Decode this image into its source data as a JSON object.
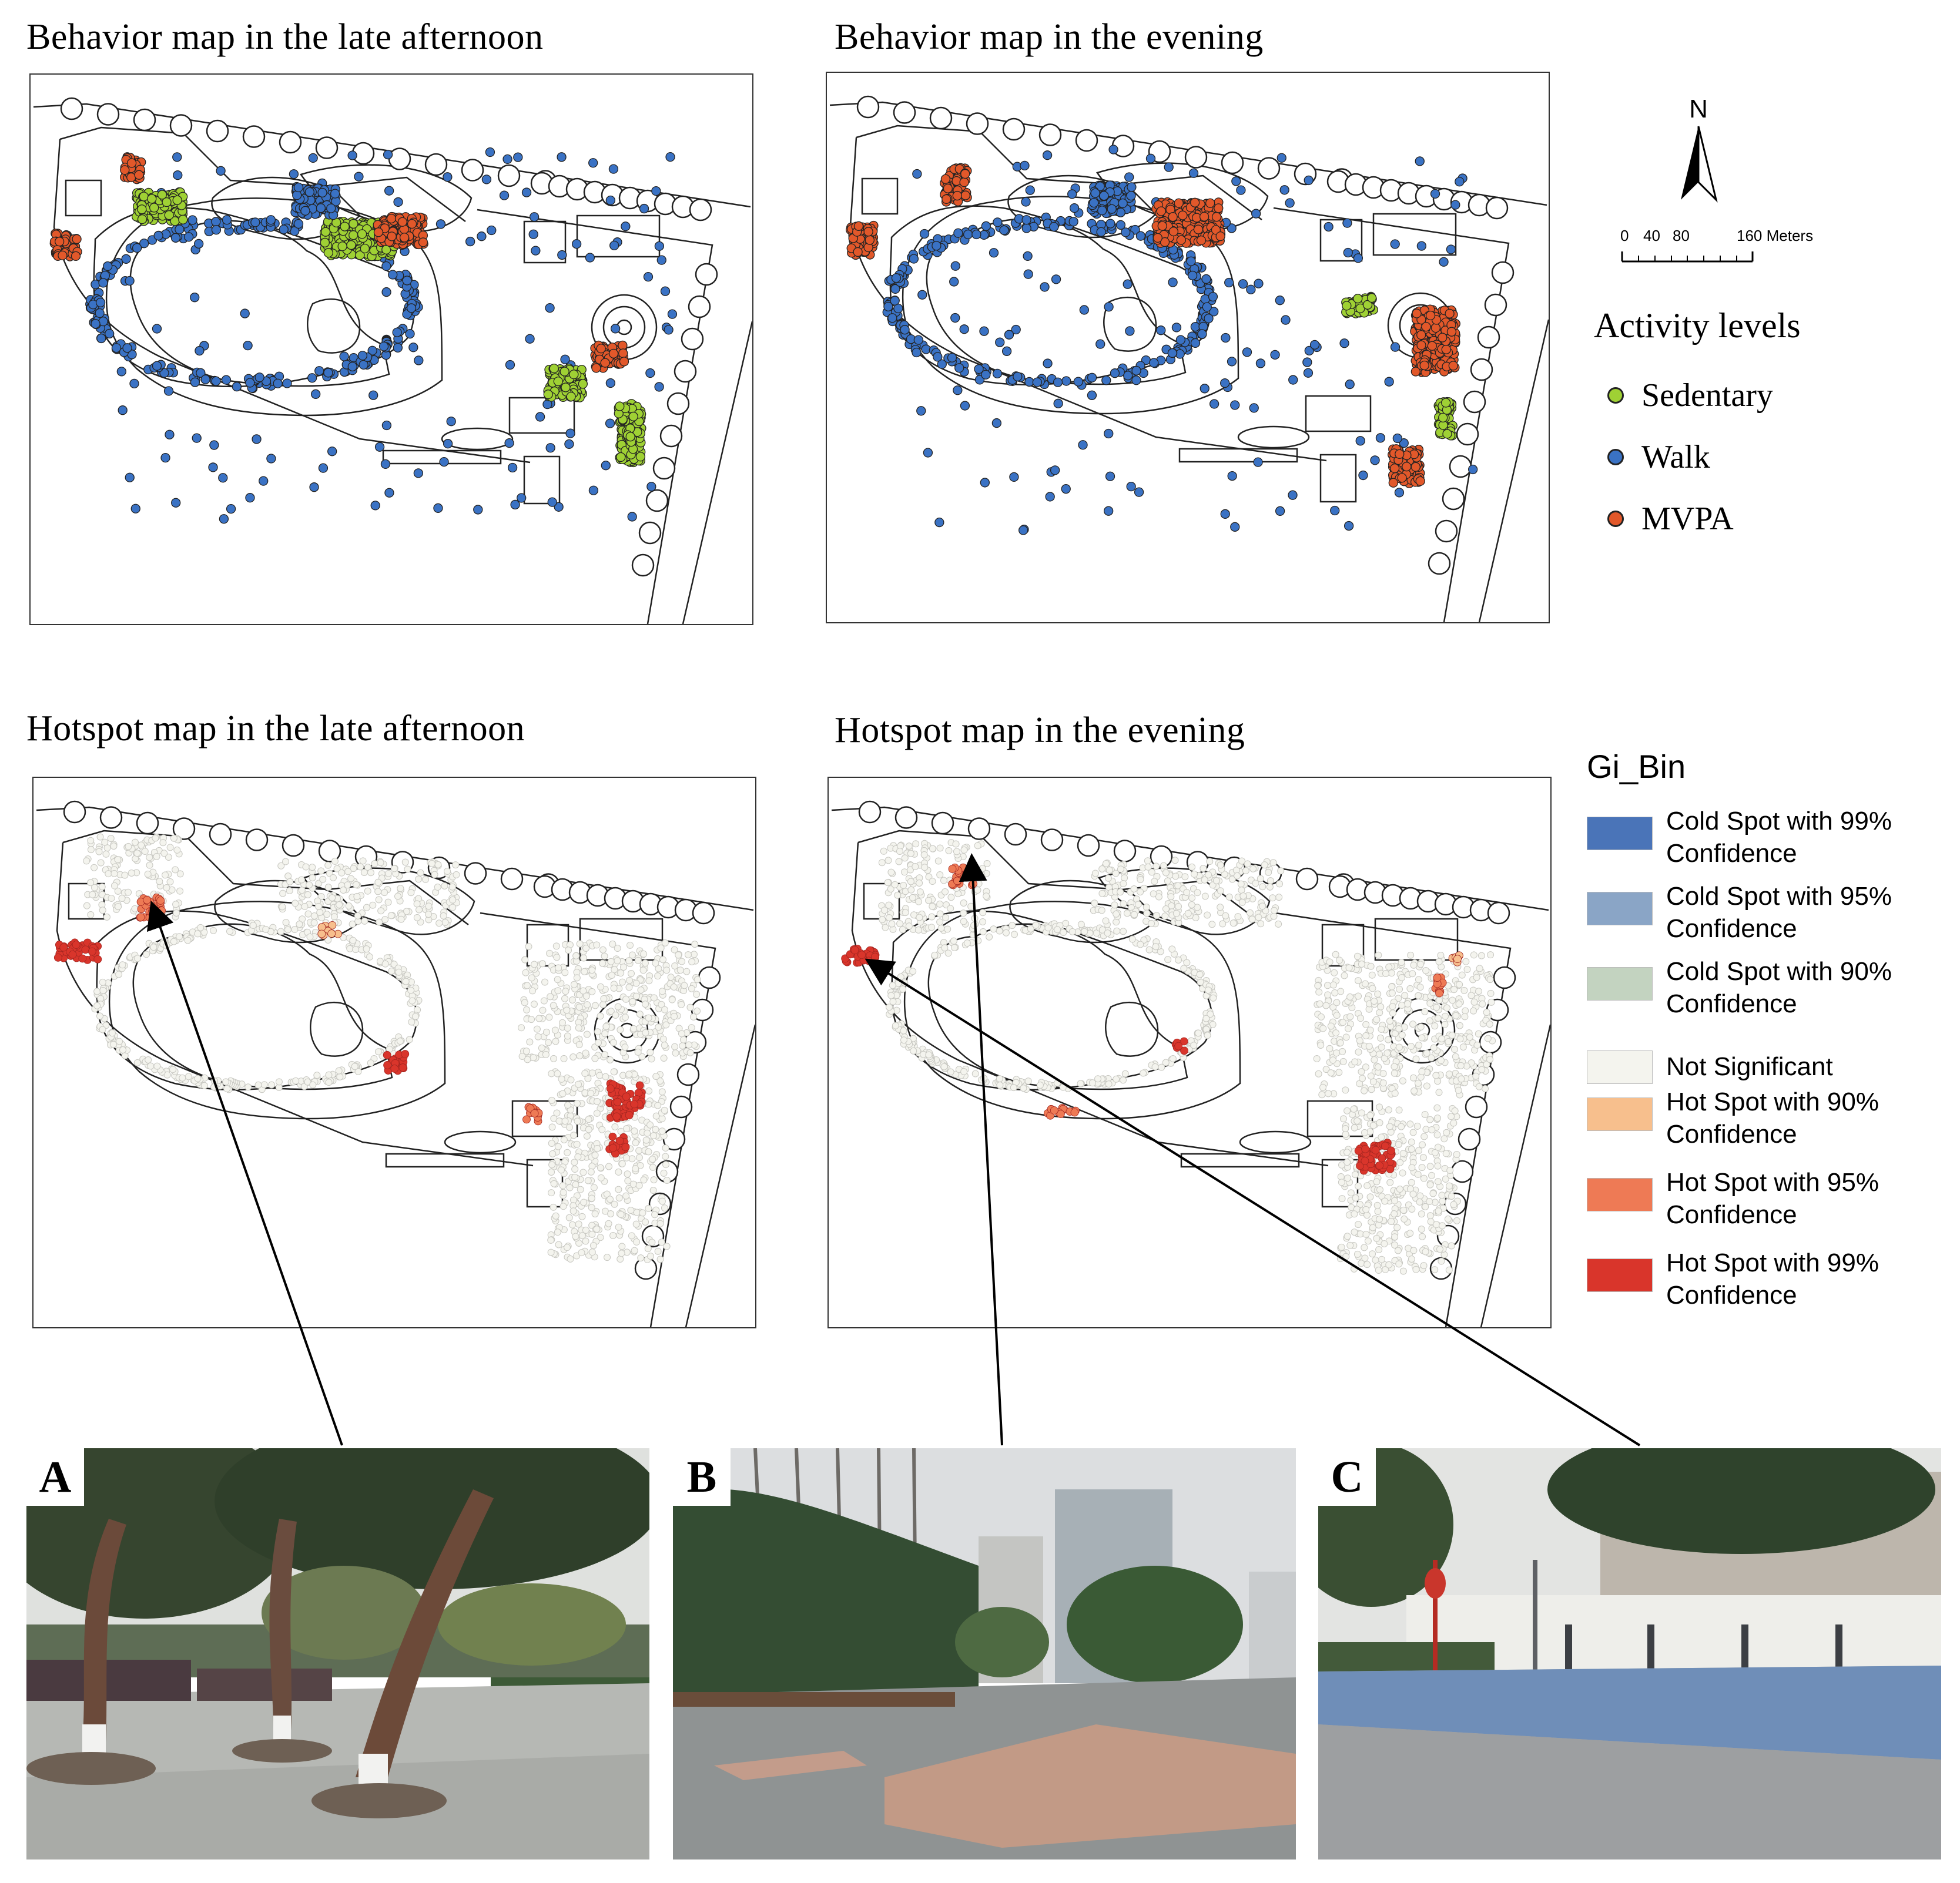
{
  "titles": {
    "behavior_afternoon": "Behavior map in the late afternoon",
    "behavior_evening": "Behavior map in the evening",
    "hotspot_afternoon": "Hotspot map in the late afternoon",
    "hotspot_evening": "Hotspot map in the evening"
  },
  "compass": {
    "north_label": "N"
  },
  "scale": {
    "ticks": [
      "0",
      "40",
      "80",
      "160 Meters"
    ]
  },
  "activity_legend": {
    "title": "Activity levels",
    "items": [
      {
        "label": "Sedentary",
        "color": "#9fd134"
      },
      {
        "label": "Walk",
        "color": "#3a72c4"
      },
      {
        "label": "MVPA",
        "color": "#e2582a"
      }
    ]
  },
  "gi_legend": {
    "title": "Gi_Bin",
    "items": [
      {
        "label": "Cold Spot with 99% Confidence",
        "color": "#4a74b8"
      },
      {
        "label": "Cold Spot with 95% Confidence",
        "color": "#8aa5c6"
      },
      {
        "label": "Cold Spot with 90% Confidence",
        "color": "#c3d3c0"
      },
      {
        "label": "Not Significant",
        "color": "#f4f4ee"
      },
      {
        "label": "Hot Spot with 90% Confidence",
        "color": "#f7bf8d"
      },
      {
        "label": "Hot Spot with 95% Confidence",
        "color": "#ee7a55"
      },
      {
        "label": "Hot Spot with 99% Confidence",
        "color": "#d9352b"
      }
    ]
  },
  "photos": [
    {
      "label": "A"
    },
    {
      "label": "B"
    },
    {
      "label": "C"
    }
  ]
}
